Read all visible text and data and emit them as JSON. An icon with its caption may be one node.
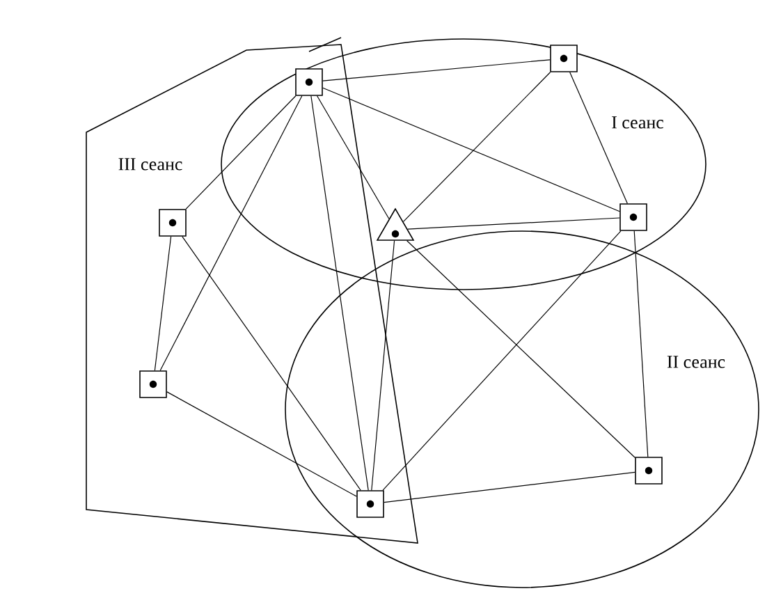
{
  "diagram": {
    "nodes": [
      {
        "text": [],
        "shape": "box"
      },
      {
        "text": [],
        "shape": "box"
      },
      {
        "text": [],
        "shape": "box"
      },
      {
        "text": [],
        "shape": "triangle"
      },
      {
        "text": [],
        "shape": "box"
      },
      {
        "text": [],
        "shape": "box"
      },
      {
        "text": [],
        "shape": "box"
      },
      {
        "text": [],
        "shape": "box"
      }
    ],
    "edges": [
      {
        "from": 0,
        "to": 1,
        "arrow": "none"
      },
      {
        "from": 0,
        "to": 2,
        "arrow": "none"
      },
      {
        "from": 0,
        "to": 5,
        "arrow": "none"
      },
      {
        "from": 0,
        "to": 6,
        "arrow": "none"
      },
      {
        "from": 0,
        "to": 3,
        "arrow": "none"
      },
      {
        "from": 0,
        "to": 4,
        "arrow": "none"
      },
      {
        "from": 1,
        "to": 3,
        "arrow": "none"
      },
      {
        "from": 1,
        "to": 4,
        "arrow": "none"
      },
      {
        "from": 2,
        "to": 5,
        "arrow": "none"
      },
      {
        "from": 2,
        "to": 6,
        "arrow": "none"
      },
      {
        "from": 3,
        "to": 4,
        "arrow": "none"
      },
      {
        "from": 3,
        "to": 6,
        "arrow": "none"
      },
      {
        "from": 3,
        "to": 7,
        "arrow": "none"
      },
      {
        "from": 4,
        "to": 6,
        "arrow": "none"
      },
      {
        "from": 4,
        "to": 7,
        "arrow": "none"
      },
      {
        "from": 5,
        "to": 6,
        "arrow": "none"
      },
      {
        "from": 6,
        "to": 7,
        "arrow": "none"
      }
    ],
    "labels": [
      "I сеанс",
      "III сеанс",
      "II сеанс"
    ]
  }
}
